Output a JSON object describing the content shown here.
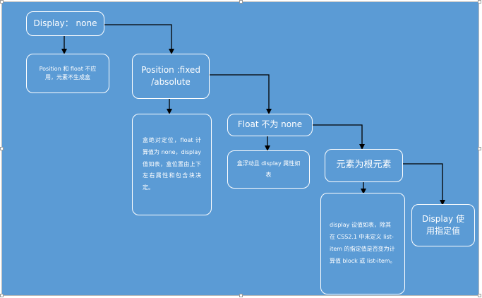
{
  "nodes": {
    "display_none": "Display： none",
    "pos_float_not_apply": "Position 和 float 不应用，元素不生成盒",
    "position_fixed_absolute": "Position :fixed /absolute",
    "abs_box_desc": "盒绝对定位，float 计算值为 none，display 值如表，盒位置由上下左右属性和包含块决定。",
    "float_not_none": "Float 不为 none",
    "float_box_desc": "盒浮动且 display 属性如表",
    "root_element": "元素为根元素",
    "root_desc": "display 设值如表，除其在 CSS2.1 中未定义 list-item 的指定值是否变为计算值 block 或 list-item。",
    "display_specified": "Display 使用指定值"
  },
  "colors": {
    "background": "#5b9bd5",
    "node_border": "#ffffff",
    "arrow": "#000000",
    "text": "#ffffff"
  }
}
